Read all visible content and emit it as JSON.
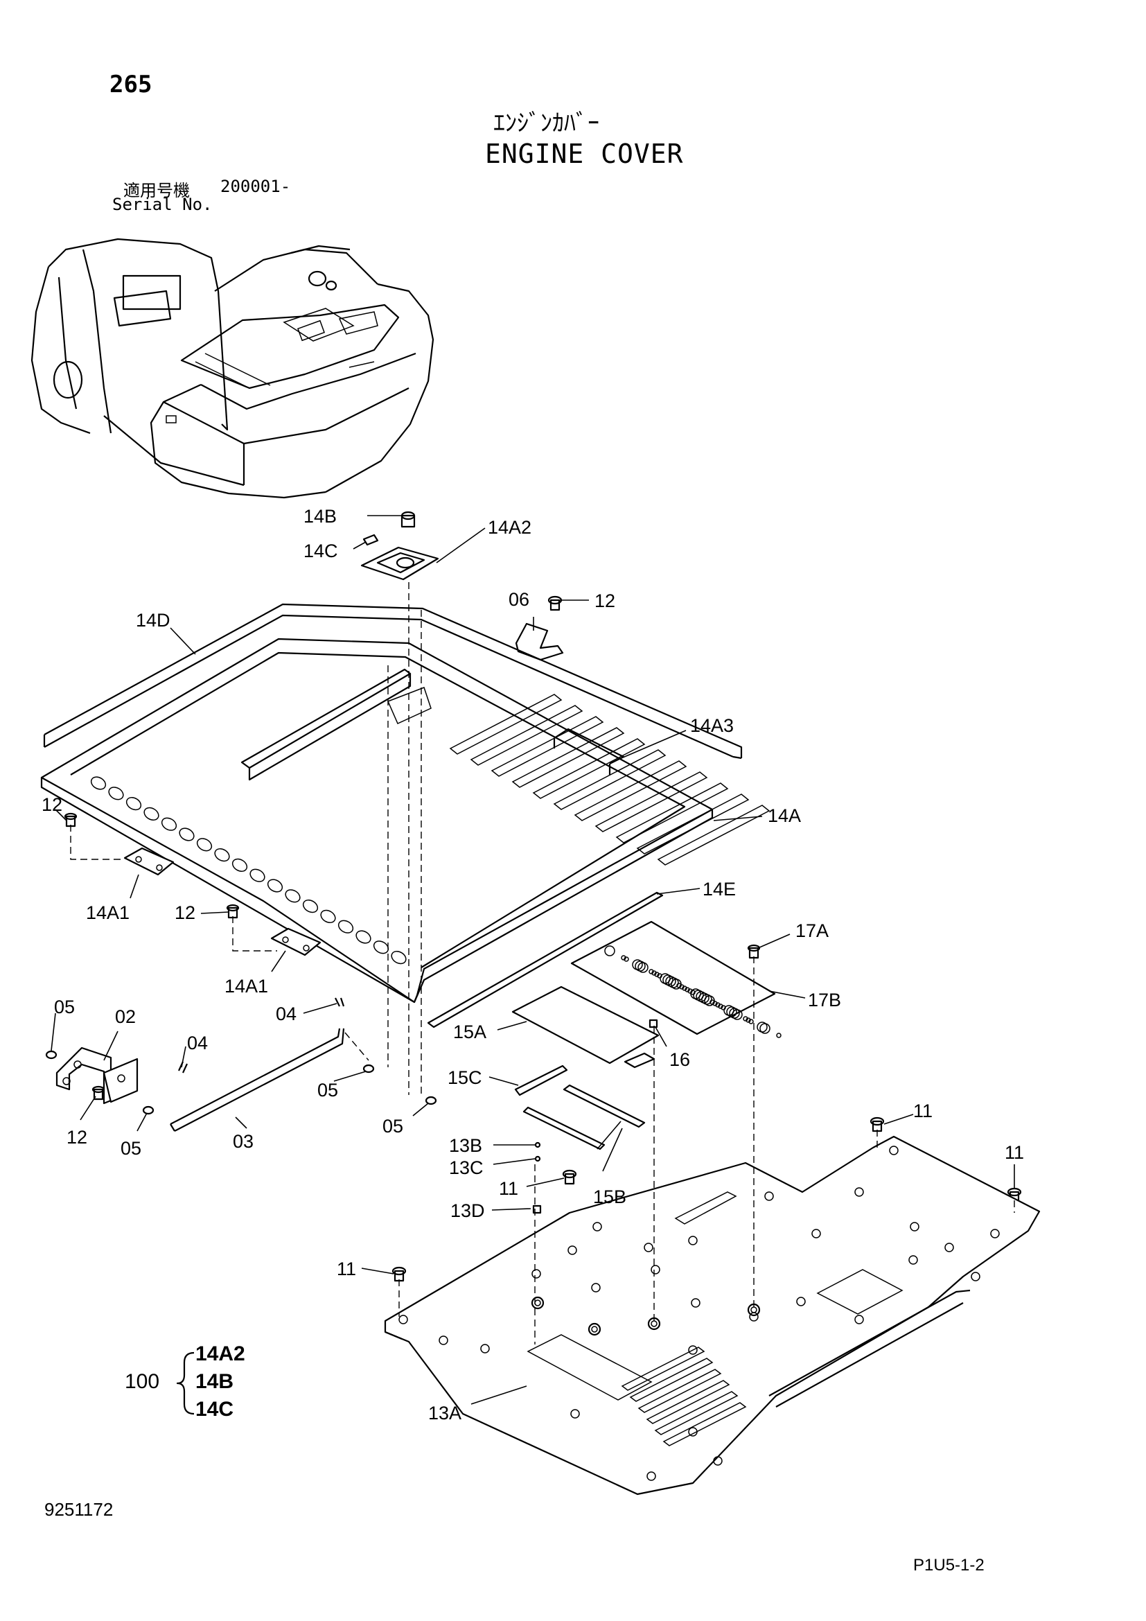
{
  "header": {
    "page_number": "265",
    "title_jp": "ｴﾝｼﾞﾝｶﾊﾞｰ",
    "title_en": "ENGINE COVER",
    "serial_label_jp": "適用号機",
    "serial_value": "200001-",
    "serial_label_en": "Serial No."
  },
  "footer": {
    "doc_number": "9251172",
    "page_code": "P1U5-1-2"
  },
  "kit": {
    "number": "100",
    "items": [
      "14A2",
      "14B",
      "14C"
    ]
  },
  "callouts": [
    "14B",
    "14C",
    "14A2",
    "06",
    "12",
    "14D",
    "14A3",
    "12",
    "14A",
    "14A1",
    "12",
    "14E",
    "17A",
    "14A1",
    "04",
    "17B",
    "05",
    "02",
    "04",
    "15A",
    "16",
    "15C",
    "05",
    "12",
    "05",
    "03",
    "05",
    "13B",
    "13C",
    "11",
    "11",
    "11",
    "15B",
    "13D",
    "11",
    "13A"
  ]
}
